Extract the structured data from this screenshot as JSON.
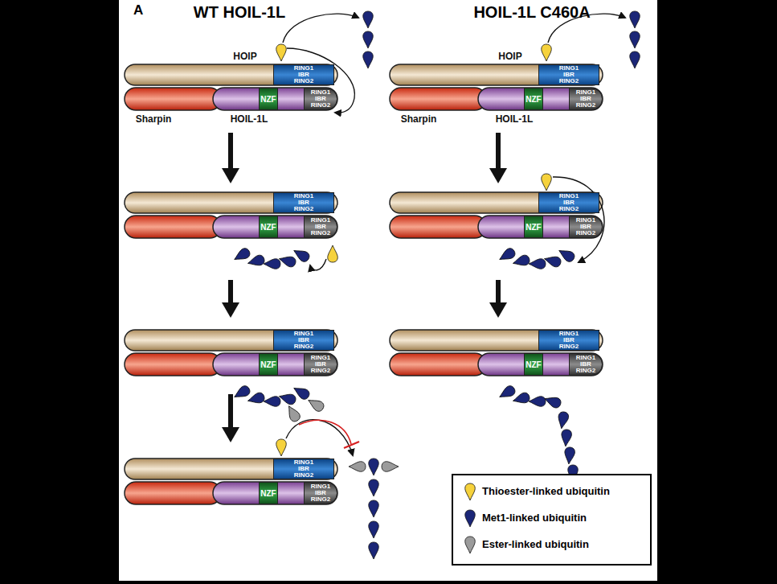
{
  "diagram": {
    "nodes": [
      {
        "text": [
          "HOIP"
        ]
      },
      {
        "text": [
          "RING1 IBR RING2"
        ],
        "in": 0
      },
      {
        "text": [
          "Sharpin"
        ]
      },
      {
        "text": [
          "HOIL-1L"
        ]
      },
      {
        "text": [
          "NZF"
        ],
        "in": 3
      },
      {
        "text": [
          "RING1 IBR RING2"
        ],
        "in": 3
      },
      {
        "text": [
          "HOIP"
        ]
      },
      {
        "text": [
          "RING1 IBR RING2"
        ],
        "in": 6
      },
      {
        "text": [
          "Sharpin"
        ]
      },
      {
        "text": [
          "HOIL-1L"
        ]
      },
      {
        "text": [
          "NZF"
        ],
        "in": 9
      },
      {
        "text": [
          "RING1 IBR RING2"
        ],
        "in": 9
      },
      {
        "text": [
          "RING1 IBR RING2"
        ]
      },
      {
        "text": [
          "NZF"
        ]
      },
      {
        "text": [
          "RING1 IBR RING2"
        ]
      },
      {
        "text": [
          "RING1 IBR RING2"
        ]
      },
      {
        "text": [
          "NZF"
        ]
      },
      {
        "text": [
          "RING1 IBR RING2"
        ]
      },
      {
        "text": [
          "RING1 IBR RING2"
        ]
      },
      {
        "text": [
          "NZF"
        ]
      },
      {
        "text": [
          "RING1 IBR RING2"
        ]
      },
      {
        "text": [
          "RING1 IBR RING2"
        ]
      },
      {
        "text": [
          "NZF"
        ]
      },
      {
        "text": [
          "RING1 IBR RING2"
        ]
      },
      {
        "text": [
          "RING1 IBR RING2"
        ]
      },
      {
        "text": [
          "NZF"
        ]
      },
      {
        "text": [
          "RING1 IBR RING2"
        ]
      }
    ],
    "labels": [
      "A",
      "WT HOIL-1L",
      "HOIL-1L C460A"
    ],
    "legend": [
      {
        "text": "Thioester-linked ubiquitin"
      },
      {
        "text": "Met1-linked ubiquitin"
      },
      {
        "text": "Ester-linked ubiquitin"
      }
    ]
  }
}
